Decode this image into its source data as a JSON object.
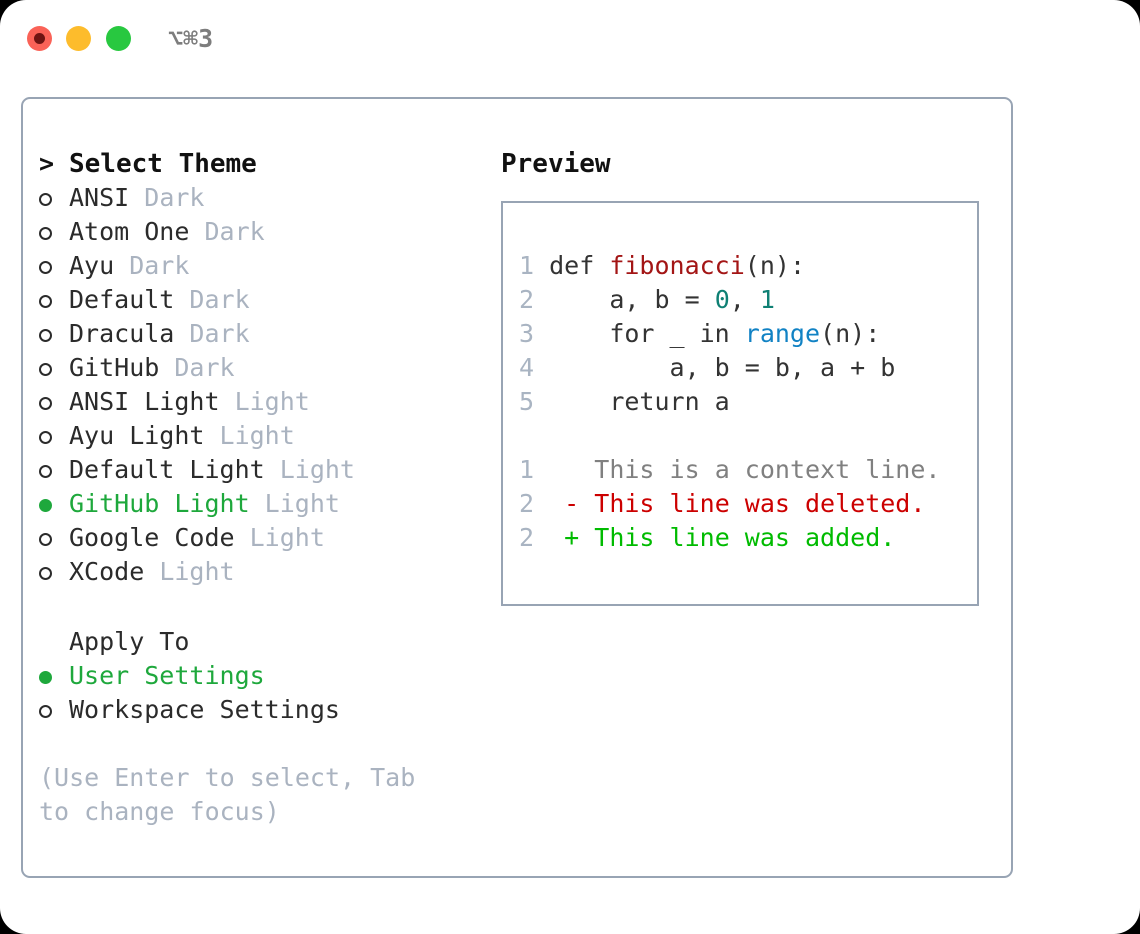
{
  "titlebar": {
    "shortcut": "⌥⌘3",
    "buttons": [
      {
        "name": "close",
        "color": "#fa6257"
      },
      {
        "name": "minimize",
        "color": "#fdbc2c"
      },
      {
        "name": "maximize",
        "color": "#28c840"
      }
    ]
  },
  "theme_selector": {
    "prompt_marker": ">",
    "heading": "Select Theme",
    "selected_index": 9,
    "items": [
      {
        "name": "ANSI",
        "variant": "Dark",
        "selected": false
      },
      {
        "name": "Atom One",
        "variant": "Dark",
        "selected": false
      },
      {
        "name": "Ayu",
        "variant": "Dark",
        "selected": false
      },
      {
        "name": "Default",
        "variant": "Dark",
        "selected": false
      },
      {
        "name": "Dracula",
        "variant": "Dark",
        "selected": false
      },
      {
        "name": "GitHub",
        "variant": "Dark",
        "selected": false
      },
      {
        "name": "ANSI Light",
        "variant": "Light",
        "selected": false
      },
      {
        "name": "Ayu Light",
        "variant": "Light",
        "selected": false
      },
      {
        "name": "Default Light",
        "variant": "Light",
        "selected": false
      },
      {
        "name": "GitHub Light",
        "variant": "Light",
        "selected": true
      },
      {
        "name": "Google Code",
        "variant": "Light",
        "selected": false
      },
      {
        "name": "XCode",
        "variant": "Light",
        "selected": false
      }
    ]
  },
  "apply_to": {
    "heading": "Apply To",
    "options": [
      {
        "label": "User Settings",
        "selected": true
      },
      {
        "label": "Workspace Settings",
        "selected": false
      }
    ]
  },
  "hint": "(Use Enter to select, Tab to change focus)",
  "preview": {
    "title": "Preview",
    "code_lines": [
      {
        "no": "1",
        "tokens": [
          {
            "t": "def ",
            "k": "plain"
          },
          {
            "t": "fibonacci",
            "k": "func"
          },
          {
            "t": "(n):",
            "k": "plain"
          }
        ]
      },
      {
        "no": "2",
        "tokens": [
          {
            "t": "    a, b = ",
            "k": "plain"
          },
          {
            "t": "0",
            "k": "num"
          },
          {
            "t": ", ",
            "k": "plain"
          },
          {
            "t": "1",
            "k": "num"
          }
        ]
      },
      {
        "no": "3",
        "tokens": [
          {
            "t": "    for _ in ",
            "k": "plain"
          },
          {
            "t": "range",
            "k": "builtin"
          },
          {
            "t": "(n):",
            "k": "plain"
          }
        ]
      },
      {
        "no": "4",
        "tokens": [
          {
            "t": "        a, b = b, a + b",
            "k": "plain"
          }
        ]
      },
      {
        "no": "5",
        "tokens": [
          {
            "t": "    return a",
            "k": "plain"
          }
        ]
      }
    ],
    "diff_lines": [
      {
        "no": "1",
        "sign": " ",
        "text": "This is a context line.",
        "kind": "context"
      },
      {
        "no": "2",
        "sign": "-",
        "text": "This line was deleted.",
        "kind": "deleted"
      },
      {
        "no": "2",
        "sign": "+",
        "text": "This line was added.",
        "kind": "added"
      }
    ]
  },
  "colors": {
    "accent_green": "#1ea83c",
    "border": "#98a4b4",
    "muted": "#aab3c0",
    "diff_deleted": "#cc0000",
    "diff_added": "#00bb00",
    "syntax_function": "#a31515",
    "syntax_number": "#0f8074",
    "syntax_builtin": "#1182c4"
  }
}
